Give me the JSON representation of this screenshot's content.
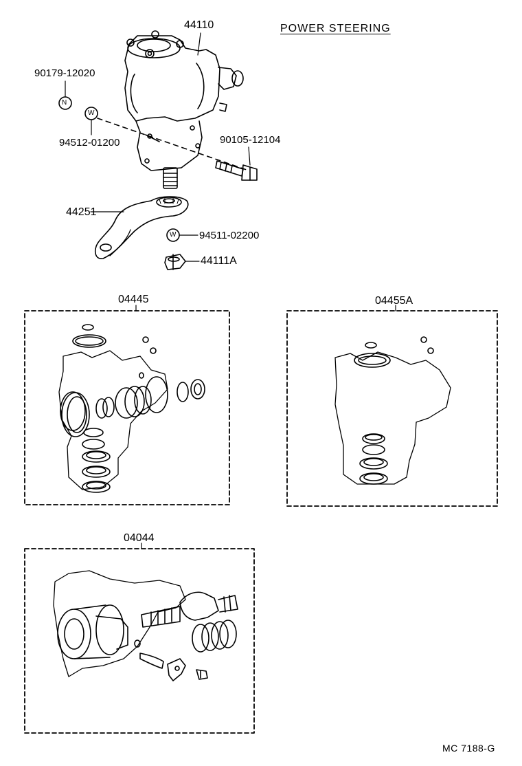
{
  "title": "POWER STEERING",
  "drawing_code": "MC  7188-G",
  "parts": {
    "gear_housing": "44110",
    "washer_upper_left": "90179-12020",
    "washer_n_mark": "N",
    "washer_w_mark": "W",
    "lock_washer_upper": "94512-01200",
    "bolt": "90105-12104",
    "pitman_arm": "44251",
    "lock_washer_lower": "94511-02200",
    "nut": "44111A"
  },
  "kits": {
    "kit_left": "04445",
    "kit_right": "04455A",
    "kit_bottom": "04044"
  }
}
